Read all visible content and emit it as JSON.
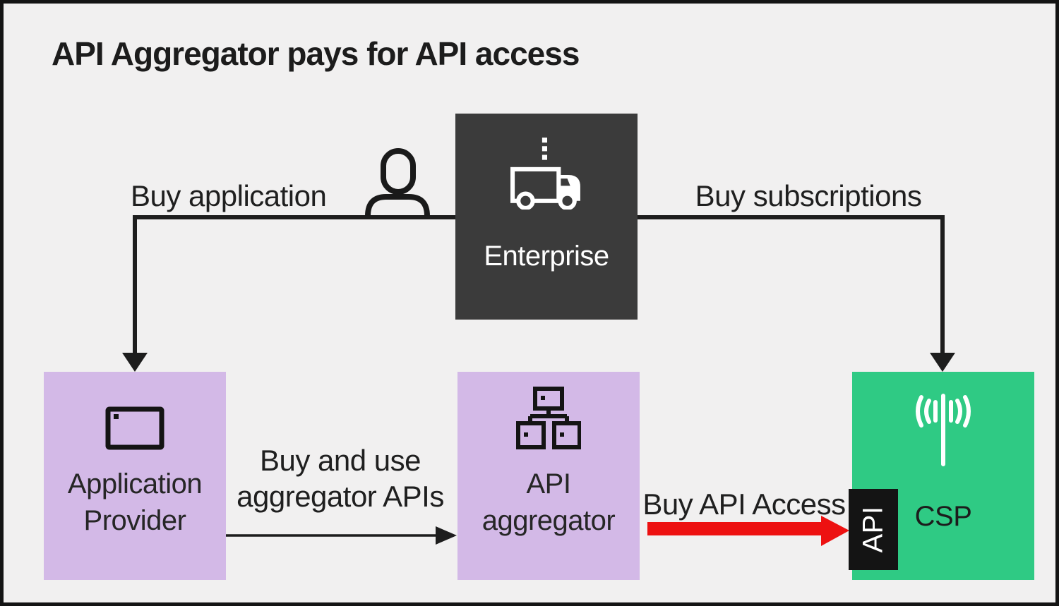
{
  "title": "API Aggregator pays for API access",
  "colors": {
    "background": "#f1f0f0",
    "frame_border": "#141414",
    "enterprise_box": "#3b3b3b",
    "application_provider_box": "#d3b9e7",
    "api_aggregator_box": "#d3b9e7",
    "csp_box": "#2fca84",
    "api_tag_background": "#141414",
    "connector_line": "#1d1d1d",
    "red_arrow": "#ed1111"
  },
  "nodes": {
    "enterprise": {
      "label": "Enterprise",
      "icon": "delivery-truck-icon"
    },
    "application_provider": {
      "label_line1": "Application",
      "label_line2": "Provider",
      "icon": "app-window-icon"
    },
    "api_aggregator": {
      "label_line1": "API",
      "label_line2": "aggregator",
      "icon": "network-hierarchy-icon"
    },
    "csp": {
      "label": "CSP",
      "icon": "cell-tower-icon"
    },
    "api_tag": {
      "label": "API"
    }
  },
  "edges": {
    "buy_application": {
      "label": "Buy application",
      "icon": "person-icon"
    },
    "buy_subscriptions": {
      "label": "Buy subscriptions"
    },
    "buy_and_use": {
      "label_line1": "Buy and use",
      "label_line2": "aggregator APIs"
    },
    "buy_api_access": {
      "label": "Buy API Access"
    }
  }
}
